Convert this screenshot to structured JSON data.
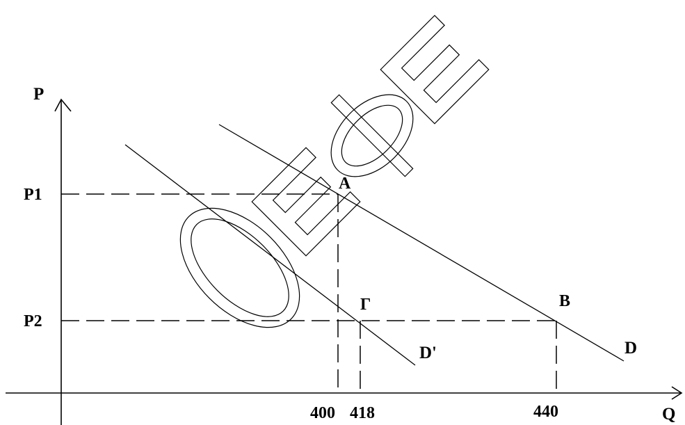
{
  "axes": {
    "y_label": "P",
    "x_label": "Q"
  },
  "price_levels": {
    "p1": "P1",
    "p2": "P2"
  },
  "quantity_ticks": {
    "q400": "400",
    "q418": "418",
    "q440": "440"
  },
  "points": {
    "a": "A",
    "b": "B",
    "gamma": "Γ"
  },
  "curves": {
    "d": "D",
    "d_prime": "D'"
  },
  "watermark": "ΟΕΦΕ"
}
